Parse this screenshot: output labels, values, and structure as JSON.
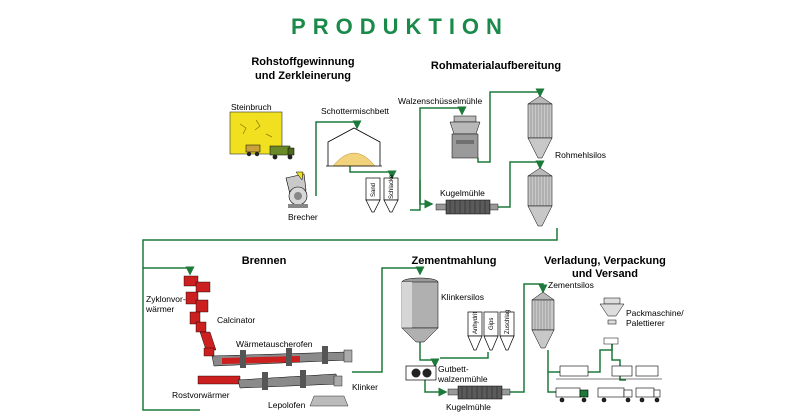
{
  "title": "PRODUKTION",
  "colors": {
    "title": "#1a8a4a",
    "flow_line": "#1e7a3a",
    "stone": "#f0e020",
    "kiln_red": "#cc1f1f",
    "silo_grey": "#b8b8b8",
    "silo_dark": "#707070",
    "sand_pile": "#f2d27a"
  },
  "sections": {
    "rohstoff_line1": "Rohstoffgewinnung",
    "rohstoff_line2": "und Zerkleinerung",
    "rohmaterial": "Rohmaterialaufbereitung",
    "brennen": "Brennen",
    "zementmahlung": "Zementmahlung",
    "verladung_line1": "Verladung, Verpackung",
    "verladung_line2": "und Versand"
  },
  "labels": {
    "steinbruch": "Steinbruch",
    "brecher": "Brecher",
    "schottermischbett": "Schottermischbett",
    "sand": "Sand",
    "schlacke": "Schlacke",
    "walzenschuesselmuehle": "Walzenschüsselmühle",
    "rohmehlsilos": "Rohmehlsilos",
    "kugelmuehle_roh": "Kugelmühle",
    "zyklonvorwaermer_line1": "Zyklonvor-",
    "zyklonvorwaermer_line2": "wärmer",
    "calcinator": "Calcinator",
    "waermetauscherofen": "Wärmetauscherofen",
    "rostvorwaermer": "Rostvorwärmer",
    "lepolofen": "Lepolofen",
    "klinker": "Klinker",
    "klinkersilos": "Klinkersilos",
    "anhydrit": "Anhydrit",
    "gips": "Gips",
    "zuschlag": "Zuschlag",
    "gutbett_line1": "Gutbett-",
    "gutbett_line2": "walzenmühle",
    "kugelmuehle_zement": "Kugelmühle",
    "zementsilos": "Zementsilos",
    "packmaschine_line1": "Packmaschine/",
    "packmaschine_line2": "Palettierer"
  }
}
